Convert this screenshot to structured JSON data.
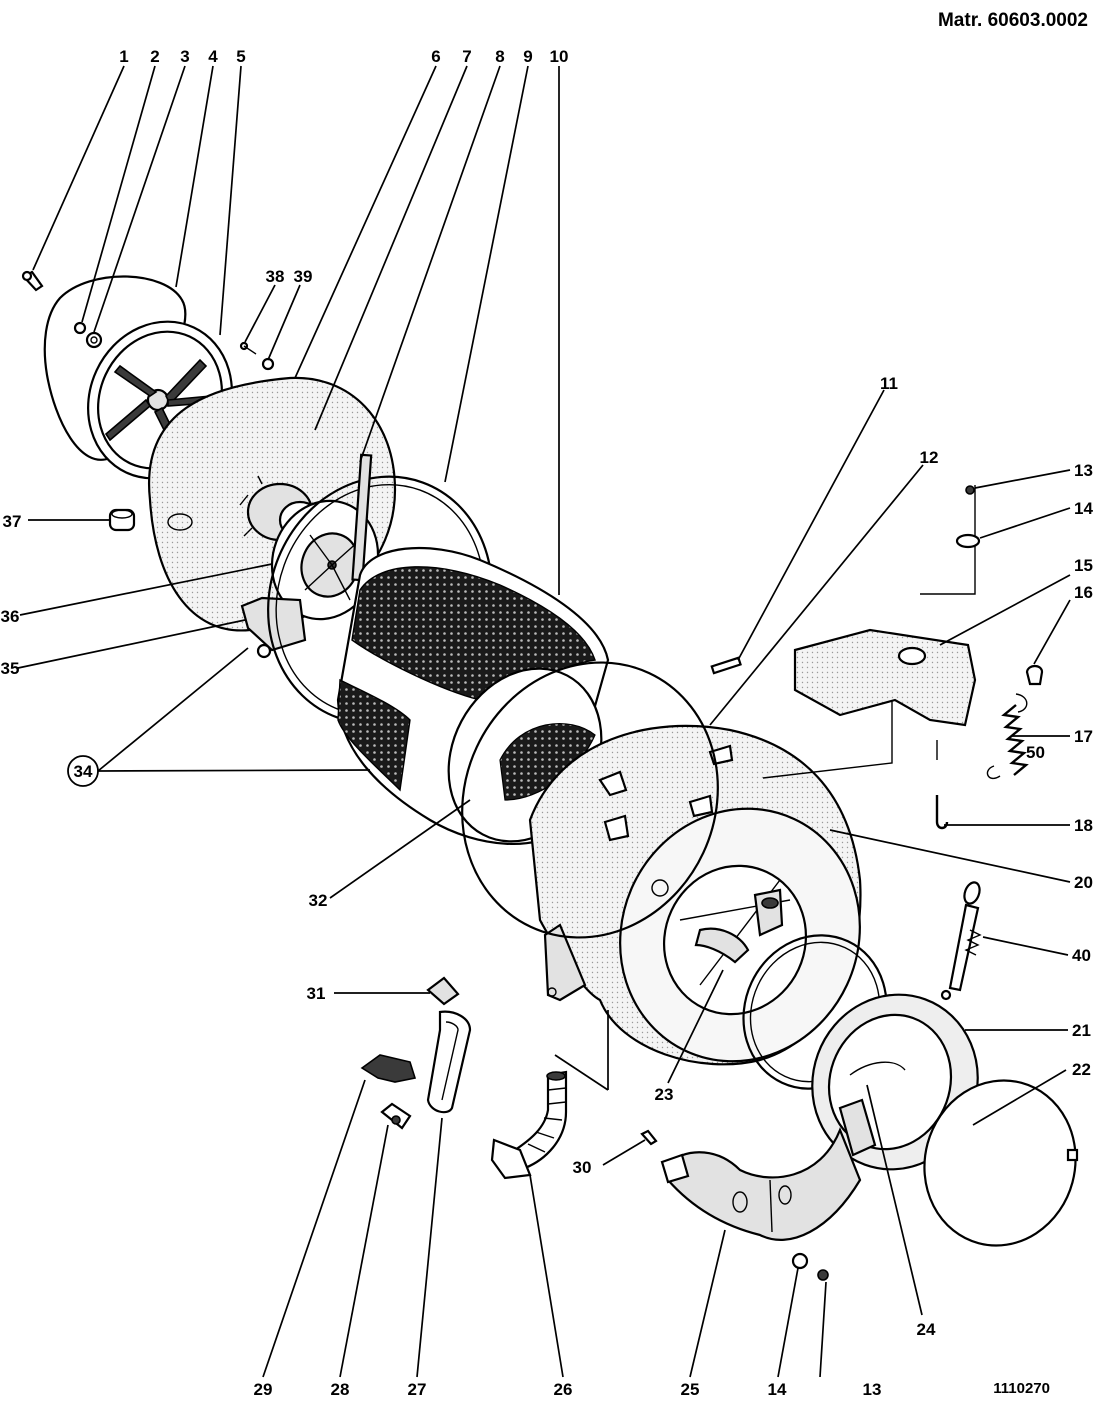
{
  "header": {
    "reference": "Matr. 60603.0002"
  },
  "footer": {
    "drawing_number": "1110270"
  },
  "callouts": [
    {
      "id": "c1",
      "label": "1"
    },
    {
      "id": "c2",
      "label": "2"
    },
    {
      "id": "c3",
      "label": "3"
    },
    {
      "id": "c4",
      "label": "4"
    },
    {
      "id": "c5",
      "label": "5"
    },
    {
      "id": "c6",
      "label": "6"
    },
    {
      "id": "c7",
      "label": "7"
    },
    {
      "id": "c8",
      "label": "8"
    },
    {
      "id": "c9",
      "label": "9"
    },
    {
      "id": "c10",
      "label": "10"
    },
    {
      "id": "c11",
      "label": "11"
    },
    {
      "id": "c12",
      "label": "12"
    },
    {
      "id": "c13a",
      "label": "13"
    },
    {
      "id": "c14a",
      "label": "14"
    },
    {
      "id": "c15",
      "label": "15"
    },
    {
      "id": "c16",
      "label": "16"
    },
    {
      "id": "c17",
      "label": "17"
    },
    {
      "id": "c50",
      "label": "50"
    },
    {
      "id": "c18",
      "label": "18"
    },
    {
      "id": "c20",
      "label": "20"
    },
    {
      "id": "c40",
      "label": "40"
    },
    {
      "id": "c21",
      "label": "21"
    },
    {
      "id": "c22",
      "label": "22"
    },
    {
      "id": "c24",
      "label": "24"
    },
    {
      "id": "c13b",
      "label": "13"
    },
    {
      "id": "c14b",
      "label": "14"
    },
    {
      "id": "c25",
      "label": "25"
    },
    {
      "id": "c26",
      "label": "26"
    },
    {
      "id": "c27",
      "label": "27"
    },
    {
      "id": "c28",
      "label": "28"
    },
    {
      "id": "c29",
      "label": "29"
    },
    {
      "id": "c30",
      "label": "30"
    },
    {
      "id": "c31",
      "label": "31"
    },
    {
      "id": "c23",
      "label": "23"
    },
    {
      "id": "c32",
      "label": "32"
    },
    {
      "id": "c34",
      "label": "34"
    },
    {
      "id": "c35",
      "label": "35"
    },
    {
      "id": "c36",
      "label": "36"
    },
    {
      "id": "c37",
      "label": "37"
    },
    {
      "id": "c38",
      "label": "38"
    },
    {
      "id": "c39",
      "label": "39"
    }
  ]
}
